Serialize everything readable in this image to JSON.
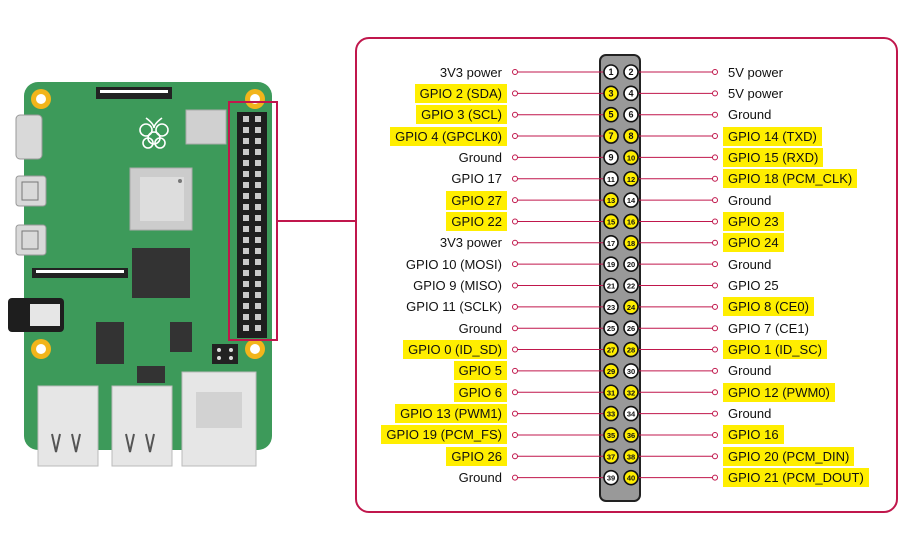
{
  "colors": {
    "board": "#3d9a5a",
    "board_dark": "#2f7d48",
    "frame": "#c0174c",
    "highlight": "#ffee00",
    "header": "#222222",
    "gpio_pin": "#ffee00",
    "other_pin": "#ffffff",
    "header_strip": "#999999"
  },
  "pins": [
    {
      "num": "1",
      "label": "3V3 power",
      "highlight": false
    },
    {
      "num": "2",
      "label": "5V power",
      "highlight": false
    },
    {
      "num": "3",
      "label": "GPIO 2 (SDA)",
      "highlight": true
    },
    {
      "num": "4",
      "label": "5V power",
      "highlight": false
    },
    {
      "num": "5",
      "label": "GPIO 3 (SCL)",
      "highlight": true
    },
    {
      "num": "6",
      "label": "Ground",
      "highlight": false
    },
    {
      "num": "7",
      "label": "GPIO 4 (GPCLK0)",
      "highlight": true
    },
    {
      "num": "8",
      "label": "GPIO 14 (TXD)",
      "highlight": true
    },
    {
      "num": "9",
      "label": "Ground",
      "highlight": false
    },
    {
      "num": "10",
      "label": "GPIO 15 (RXD)",
      "highlight": true
    },
    {
      "num": "11",
      "label": "GPIO 17",
      "highlight": false
    },
    {
      "num": "12",
      "label": "GPIO 18 (PCM_CLK)",
      "highlight": true
    },
    {
      "num": "13",
      "label": "GPIO 27",
      "highlight": true
    },
    {
      "num": "14",
      "label": "Ground",
      "highlight": false
    },
    {
      "num": "15",
      "label": "GPIO 22",
      "highlight": true
    },
    {
      "num": "16",
      "label": "GPIO 23",
      "highlight": true
    },
    {
      "num": "17",
      "label": "3V3 power",
      "highlight": false
    },
    {
      "num": "18",
      "label": "GPIO 24",
      "highlight": true
    },
    {
      "num": "19",
      "label": "GPIO 10 (MOSI)",
      "highlight": false
    },
    {
      "num": "20",
      "label": "Ground",
      "highlight": false
    },
    {
      "num": "21",
      "label": "GPIO 9 (MISO)",
      "highlight": false
    },
    {
      "num": "22",
      "label": "GPIO 25",
      "highlight": false
    },
    {
      "num": "23",
      "label": "GPIO 11 (SCLK)",
      "highlight": false
    },
    {
      "num": "24",
      "label": "GPIO 8 (CE0)",
      "highlight": true
    },
    {
      "num": "25",
      "label": "Ground",
      "highlight": false
    },
    {
      "num": "26",
      "label": "GPIO 7 (CE1)",
      "highlight": false
    },
    {
      "num": "27",
      "label": "GPIO 0 (ID_SD)",
      "highlight": true
    },
    {
      "num": "28",
      "label": "GPIO 1 (ID_SC)",
      "highlight": true
    },
    {
      "num": "29",
      "label": "GPIO 5",
      "highlight": true
    },
    {
      "num": "30",
      "label": "Ground",
      "highlight": false
    },
    {
      "num": "31",
      "label": "GPIO 6",
      "highlight": true
    },
    {
      "num": "32",
      "label": "GPIO 12 (PWM0)",
      "highlight": true
    },
    {
      "num": "33",
      "label": "GPIO 13 (PWM1)",
      "highlight": true
    },
    {
      "num": "34",
      "label": "Ground",
      "highlight": false
    },
    {
      "num": "35",
      "label": "GPIO 19 (PCM_FS)",
      "highlight": true
    },
    {
      "num": "36",
      "label": "GPIO 16",
      "highlight": true
    },
    {
      "num": "37",
      "label": "GPIO 26",
      "highlight": true
    },
    {
      "num": "38",
      "label": "GPIO 20 (PCM_DIN)",
      "highlight": true
    },
    {
      "num": "39",
      "label": "Ground",
      "highlight": false
    },
    {
      "num": "40",
      "label": "GPIO 21 (PCM_DOUT)",
      "highlight": true
    }
  ]
}
